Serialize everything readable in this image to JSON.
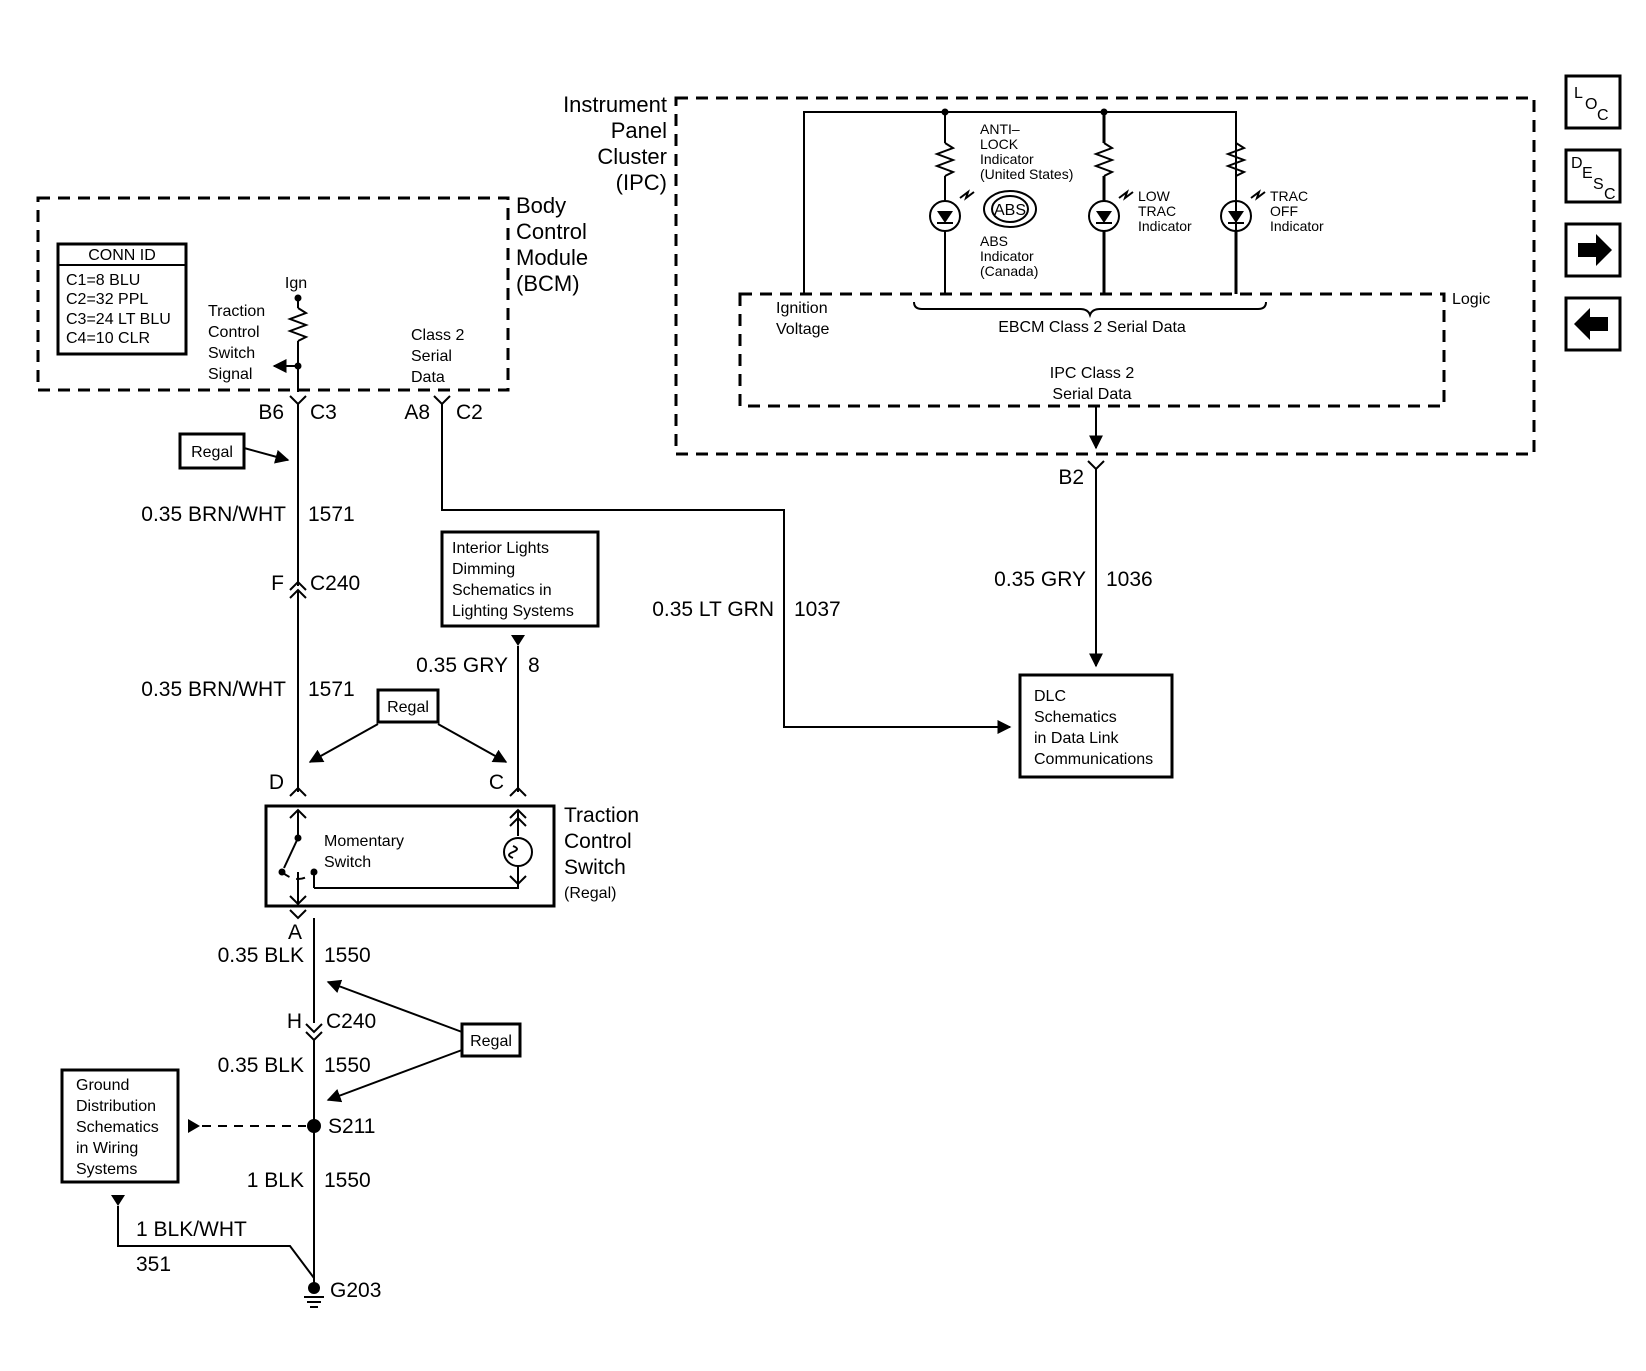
{
  "ipc": {
    "title": [
      "Instrument",
      "Panel",
      "Cluster",
      "(IPC)"
    ]
  },
  "bcm": {
    "title": [
      "Body",
      "Control",
      "Module",
      "(BCM)"
    ]
  },
  "conn_id": {
    "header": "CONN ID",
    "rows": [
      "C1=8 BLU",
      "C2=32 PPL",
      "C3=24 LT BLU",
      "C4=10 CLR"
    ]
  },
  "bcm_labels": {
    "ign": "Ign",
    "tc_signal": [
      "Traction",
      "Control",
      "Switch",
      "Signal"
    ],
    "class2": [
      "Class 2",
      "Serial",
      "Data"
    ]
  },
  "bcm_pins": {
    "b6": "B6",
    "c3": "C3",
    "a8": "A8",
    "c2": "C2"
  },
  "ipc_labels": {
    "antilock": [
      "ANTI–",
      "LOCK",
      "Indicator",
      "(United States)"
    ],
    "abs_symbol": "ABS",
    "abs_canada": [
      "ABS",
      "Indicator",
      "(Canada)"
    ],
    "low_trac": [
      "LOW",
      "TRAC",
      "Indicator"
    ],
    "trac_off": [
      "TRAC",
      "OFF",
      "Indicator"
    ],
    "logic": "Logic",
    "ignition_voltage": [
      "Ignition",
      "Voltage"
    ],
    "ebcm": "EBCM Class 2 Serial Data",
    "ipc_class2": [
      "IPC Class 2",
      "Serial Data"
    ],
    "b2": "B2"
  },
  "regal": "Regal",
  "wires": {
    "w1571a": {
      "gauge": "0.35 BRN/WHT",
      "circuit": "1571"
    },
    "w1571b": {
      "gauge": "0.35 BRN/WHT",
      "circuit": "1571"
    },
    "w1037": {
      "gauge": "0.35 LT GRN",
      "circuit": "1037"
    },
    "w1036": {
      "gauge": "0.35 GRY",
      "circuit": "1036"
    },
    "w8": {
      "gauge": "0.35 GRY",
      "circuit": "8"
    },
    "w1550a": {
      "gauge": "0.35 BLK",
      "circuit": "1550"
    },
    "w1550b": {
      "gauge": "0.35 BLK",
      "circuit": "1550"
    },
    "w1550c": {
      "gauge": "1 BLK",
      "circuit": "1550"
    },
    "w351": {
      "gauge": "1 BLK/WHT",
      "circuit": "351"
    }
  },
  "connectors": {
    "c240_top": {
      "pin": "F",
      "name": "C240"
    },
    "c240_bot": {
      "pin": "H",
      "name": "C240"
    },
    "s211": "S211",
    "g203": "G203"
  },
  "tcs": {
    "pin_d": "D",
    "pin_c": "C",
    "pin_a": "A",
    "title": [
      "Traction",
      "Control",
      "Switch"
    ],
    "variant": "(Regal)",
    "momentary": [
      "Momentary",
      "Switch"
    ]
  },
  "refs": {
    "interior": [
      "Interior Lights",
      "Dimming",
      "Schematics in",
      "Lighting Systems"
    ],
    "dlc": [
      "DLC",
      "Schematics",
      "in Data Link",
      "Communications"
    ],
    "ground": [
      "Ground",
      "Distribution",
      "Schematics",
      "in Wiring",
      "Systems"
    ]
  },
  "nav": {
    "loc": [
      "L",
      "O",
      "C"
    ],
    "desc": [
      "D",
      "E",
      "S",
      "C"
    ]
  }
}
